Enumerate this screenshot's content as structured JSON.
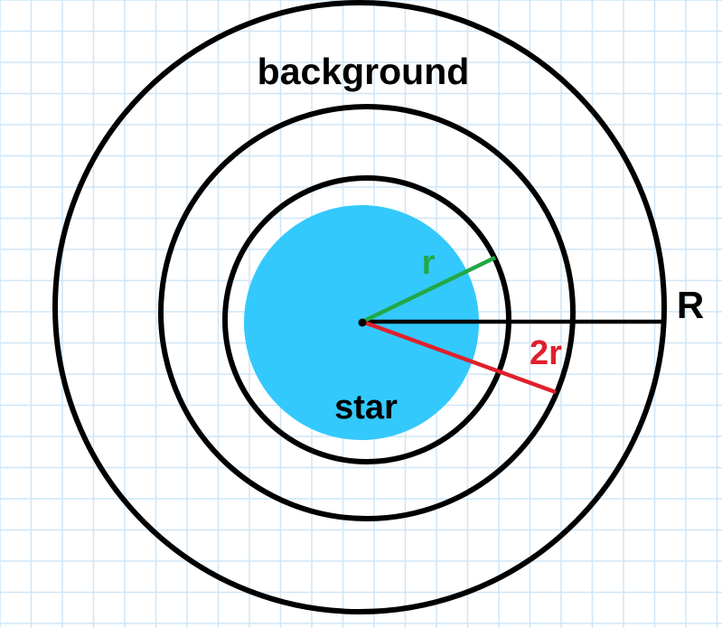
{
  "labels": {
    "background": "background",
    "star": "star",
    "r": "r",
    "two_r": "2r",
    "R": "R"
  },
  "colors": {
    "grid": "#cfe6f7",
    "page": "#ffffff",
    "star_fill": "#33c9fc",
    "ring_stroke": "#000000",
    "r_line": "#22a845",
    "two_r_line": "#e0202c",
    "R_line": "#000000",
    "r_label": "#22a845",
    "two_r_label": "#e0202c",
    "text": "#000000"
  }
}
